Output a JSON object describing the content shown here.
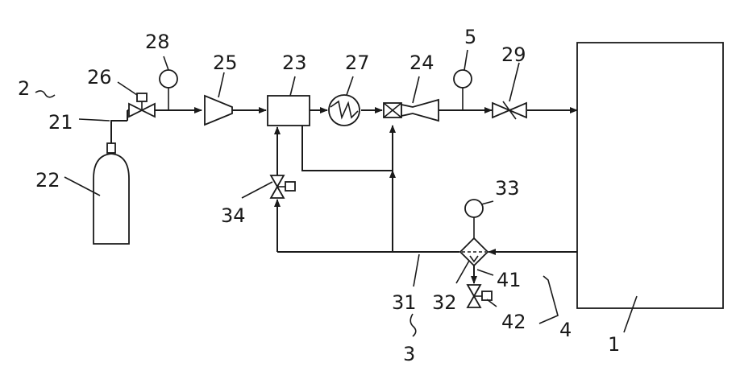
{
  "labels": {
    "system_1": "1",
    "gas_source_2": "2",
    "pipe_21": "21",
    "cylinder_22": "22",
    "mixer_23": "23",
    "ejector_24": "24",
    "compressor_25": "25",
    "valve_26": "26",
    "heat_exchanger_27": "27",
    "gauge_28": "28",
    "valve_29": "29",
    "gauge_5": "5",
    "return_loop_3": "3",
    "pipe_31": "31",
    "separator_32": "32",
    "gauge_33": "33",
    "valve_34": "34",
    "drain_4": "4",
    "pipe_41": "41",
    "valve_42": "42"
  }
}
